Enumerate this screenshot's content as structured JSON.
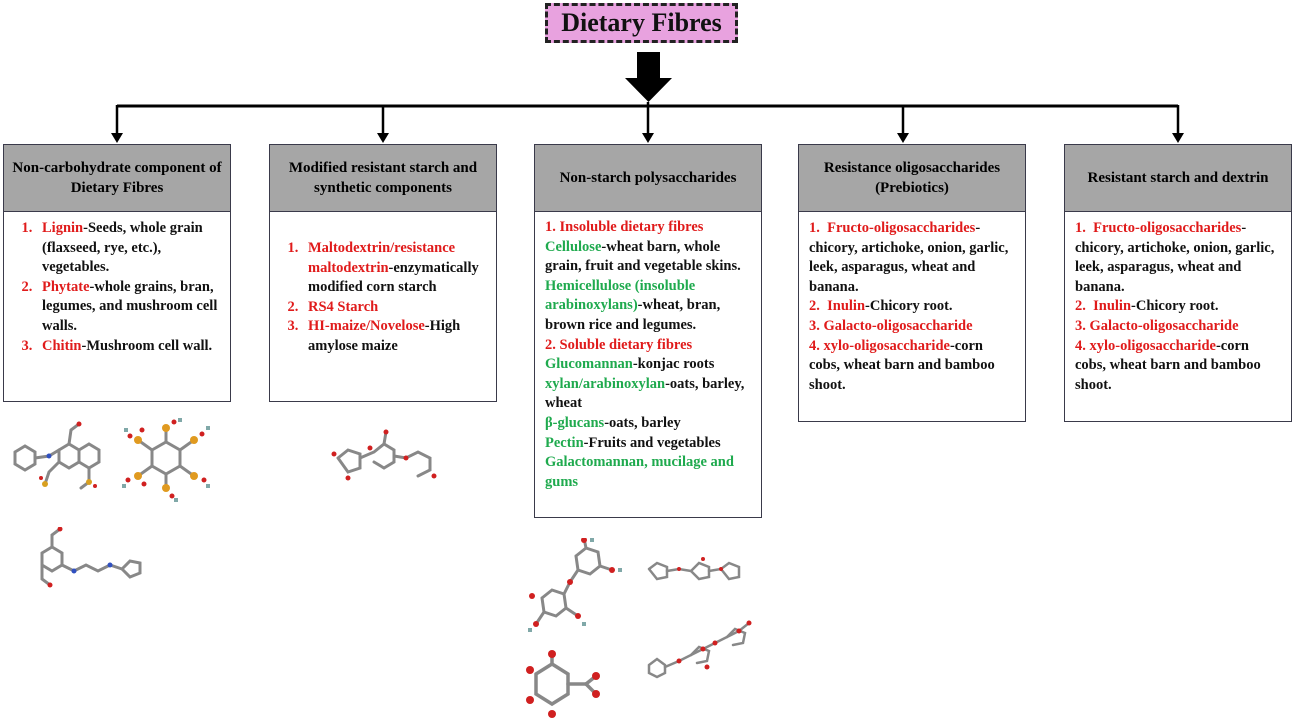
{
  "title": "Dietary Fibres",
  "categories": [
    {
      "heading": "Non-carbohydrate component of Dietary Fibres",
      "items": [
        {
          "name": "Lignin",
          "desc": "-Seeds, whole grain (flaxseed, rye, etc.), vegetables."
        },
        {
          "name": "Phytate",
          "desc": "-whole grains, bran, legumes, and mushroom cell walls."
        },
        {
          "name": "Chitin",
          "desc": "-Mushroom cell wall."
        }
      ]
    },
    {
      "heading": "Modified resistant starch and synthetic components",
      "items": [
        {
          "name": "Maltodextrin/resistance maltodextrin",
          "desc": "-enzymatically modified corn starch"
        },
        {
          "name": "RS4 Starch",
          "desc": ""
        },
        {
          "name": "HI-maize/Novelose",
          "desc": "-High amylose maize"
        }
      ]
    },
    {
      "heading": "Non-starch polysaccharides",
      "sections": [
        {
          "label": "1.  Insoluble dietary fibres",
          "items": [
            {
              "name": "Cellulose",
              "desc": "-wheat barn, whole grain, fruit and vegetable skins."
            },
            {
              "name": "Hemicellulose (insoluble arabinoxylans)",
              "desc": "-wheat, bran, brown rice and legumes."
            }
          ]
        },
        {
          "label": "2. Soluble dietary fibres",
          "items": [
            {
              "name": "Glucomannan",
              "desc": "-konjac roots"
            },
            {
              "name": "xylan/arabinoxylan",
              "desc": "-oats, barley, wheat"
            },
            {
              "name": "β-glucans",
              "desc": "-oats, barley"
            },
            {
              "name": "Pectin",
              "desc": "-Fruits and vegetables"
            },
            {
              "name": "Galactomannan, mucilage and gums",
              "desc": ""
            }
          ]
        }
      ]
    },
    {
      "heading": "Resistance oligosaccharides (Prebiotics)",
      "items": [
        {
          "num": "1.",
          "name": "Fructo-oligosaccharides",
          "desc": "-chicory, artichoke, onion, garlic, leek, asparagus, wheat and banana."
        },
        {
          "num": "2.",
          "name": "Inulin",
          "desc": "-Chicory root."
        },
        {
          "num": "3.",
          "name": "Galacto-oligosaccharide",
          "desc": ""
        },
        {
          "num": "4.",
          "name": "xylo-oligosaccharide",
          "desc": "-corn cobs, wheat barn and bamboo shoot."
        }
      ]
    },
    {
      "heading": "Resistant starch and dextrin",
      "items": [
        {
          "num": "1.",
          "name": "Fructo-oligosaccharides",
          "desc": "-chicory, artichoke, onion, garlic, leek, asparagus, wheat and banana."
        },
        {
          "num": "2.",
          "name": "Inulin",
          "desc": "-Chicory root."
        },
        {
          "num": "3.",
          "name": "Galacto-oligosaccharide",
          "desc": ""
        },
        {
          "num": "4.",
          "name": "xylo-oligosaccharide",
          "desc": "-corn cobs, wheat barn and bamboo shoot."
        }
      ]
    }
  ],
  "colors": {
    "title_fill": "#e8a2df",
    "header_fill": "#a6a6a6",
    "highlight_red": "#e01b1b",
    "highlight_green": "#1faa4e"
  }
}
